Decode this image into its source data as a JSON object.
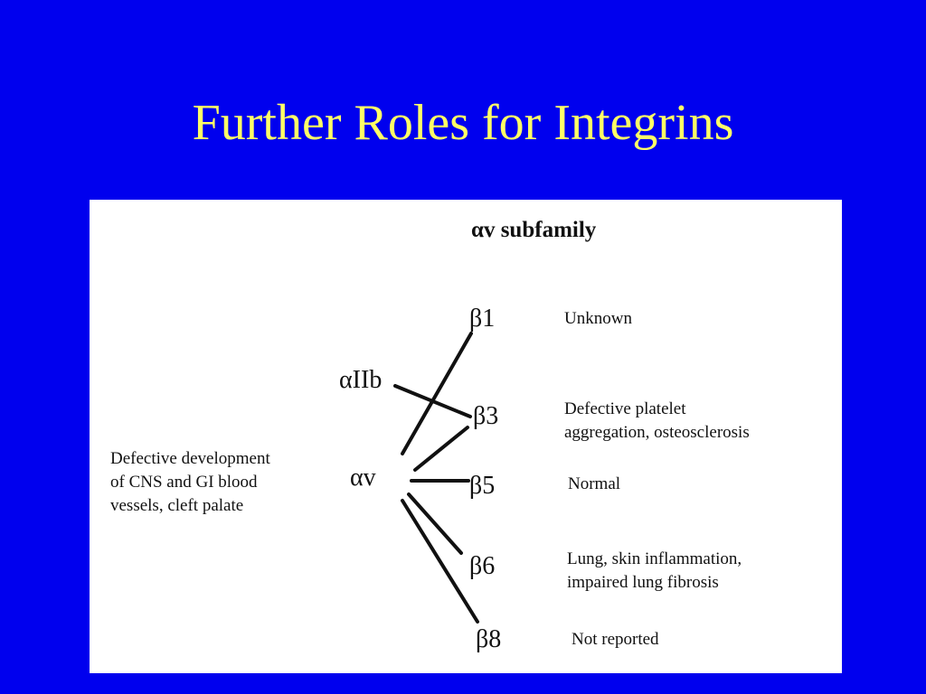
{
  "title": "Further Roles for Integrins",
  "diagram": {
    "heading": "αv subfamily",
    "nodes": {
      "alpha_iib": "αIIb",
      "alpha_v": "αv",
      "beta1": "β1",
      "beta3": "β3",
      "beta5": "β5",
      "beta6": "β6",
      "beta8": "β8"
    },
    "descriptions": {
      "alpha_v": "Defective development\nof CNS and GI blood\nvessels, cleft palate",
      "beta1": "Unknown",
      "beta3": "Defective platelet\naggregation, osteosclerosis",
      "beta5": "Normal",
      "beta6": "Lung, skin inflammation,\nimpaired lung fibrosis",
      "beta8": "Not reported"
    },
    "colors": {
      "background": "#0000ee",
      "title": "#ffff66",
      "panel": "#ffffff",
      "ink": "#111111"
    }
  }
}
